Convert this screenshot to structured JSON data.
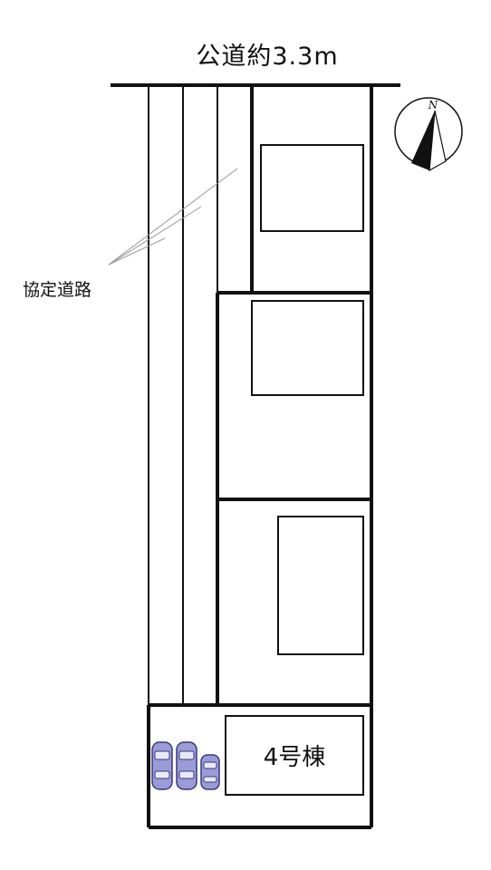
{
  "labels": {
    "road_width": "公道約3.3m",
    "agreed_road": "協定道路",
    "unit_name": "4号棟"
  },
  "compass": {
    "letter": "N"
  },
  "icons": {
    "compass": "north-arrow-icon",
    "car": "car-icon"
  },
  "colors": {
    "car_fill": "#9b9bd8",
    "car_outline": "#3a3a7a",
    "line": "#111111"
  }
}
